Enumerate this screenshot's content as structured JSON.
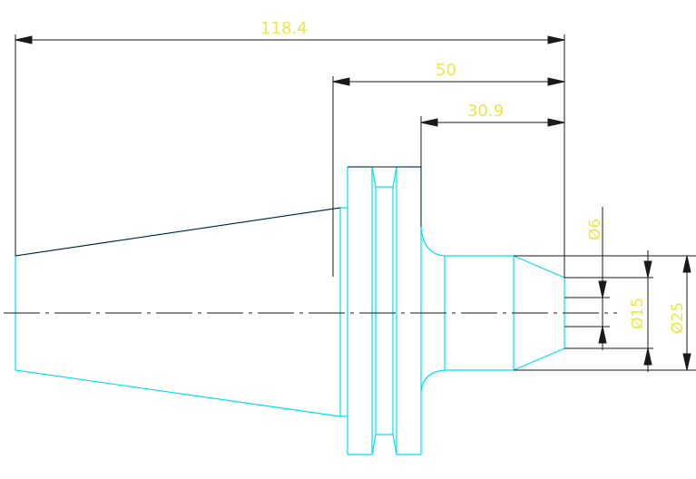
{
  "drawing": {
    "colors": {
      "background": "#ffffff",
      "part_outline": "#00e0f0",
      "dimension_lines": "#1a1a1a",
      "dimension_text": "#e8e84a"
    },
    "dimensions": {
      "overall_length": "118.4",
      "flange_to_end": "50",
      "shank_length": "30.9",
      "bore_small": "Ø6",
      "bore_medium": "Ø15",
      "bore_large": "Ø25"
    }
  }
}
